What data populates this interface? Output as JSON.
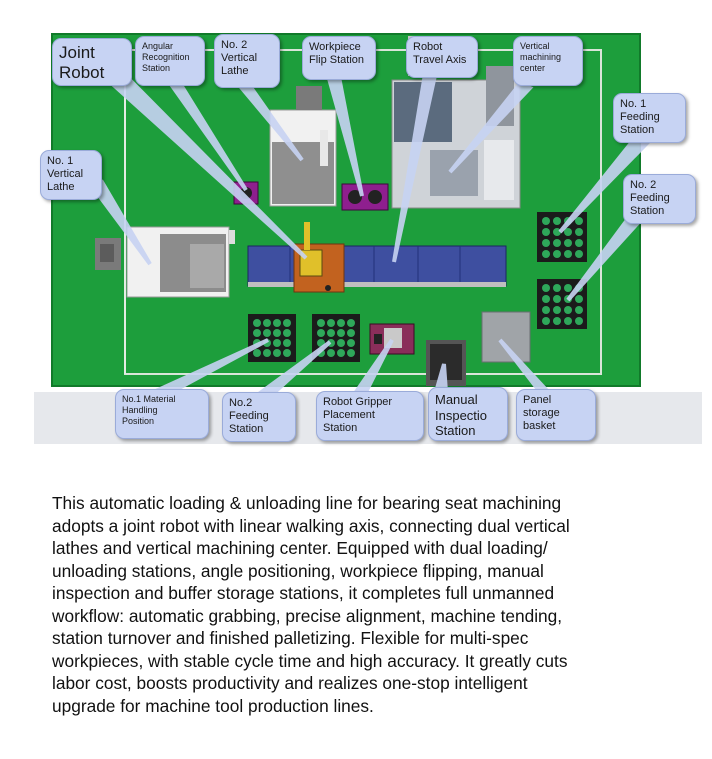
{
  "labels": {
    "joint_robot": "Joint\nRobot",
    "angular_recognition": "Angular\nRecognition\nStation",
    "no2_vertical_lathe": "No. 2\nVertical\nLathe",
    "workpiece_flip": "Workpiece\nFlip Station",
    "robot_travel_axis": "Robot\nTravel Axis",
    "vertical_machining_center": "Vertical\nmachining\ncenter",
    "no1_feeding_station": "No. 1\nFeeding\nStation",
    "no2_feeding_station_right": "No. 2\nFeeding\nStation",
    "no1_vertical_lathe": "No. 1\nVertical\nLathe",
    "no1_material_handling": "No.1 Material\nHandling\nPosition",
    "no2_feeding_station_bottom": "No.2\nFeeding\nStation",
    "robot_gripper_placement": "Robot Gripper\nPlacement\nStation",
    "manual_inspection": "Manual\nInspectio\nStation",
    "panel_storage": "Panel\nstorage\nbasket"
  },
  "description": "  This automatic loading & unloading line for bearing seat machining\n adopts a joint robot with linear walking axis, connecting dual vertical\n lathes and vertical machining center. Equipped with dual loading/\nunloading stations, angle positioning, workpiece flipping, manual\ninspection and buffer storage stations, it completes full unmanned\nworkflow: automatic grabbing, precise alignment, machine tending,\nstation turnover and finished palletizing. Flexible for multi-spec\nworkpieces, with stable cycle time and high accuracy. It greatly cuts\nlabor cost, boosts productivity and realizes one-stop intelligent\nupgrade for machine tool production lines.",
  "colors": {
    "floor": "#1d9e3c",
    "callout": "#c7d3f3",
    "rail": "#3e4fa0",
    "carriage": "#c2621f",
    "gripper_station": "#8a2e5a",
    "flip_station": "#8e1f8e"
  }
}
